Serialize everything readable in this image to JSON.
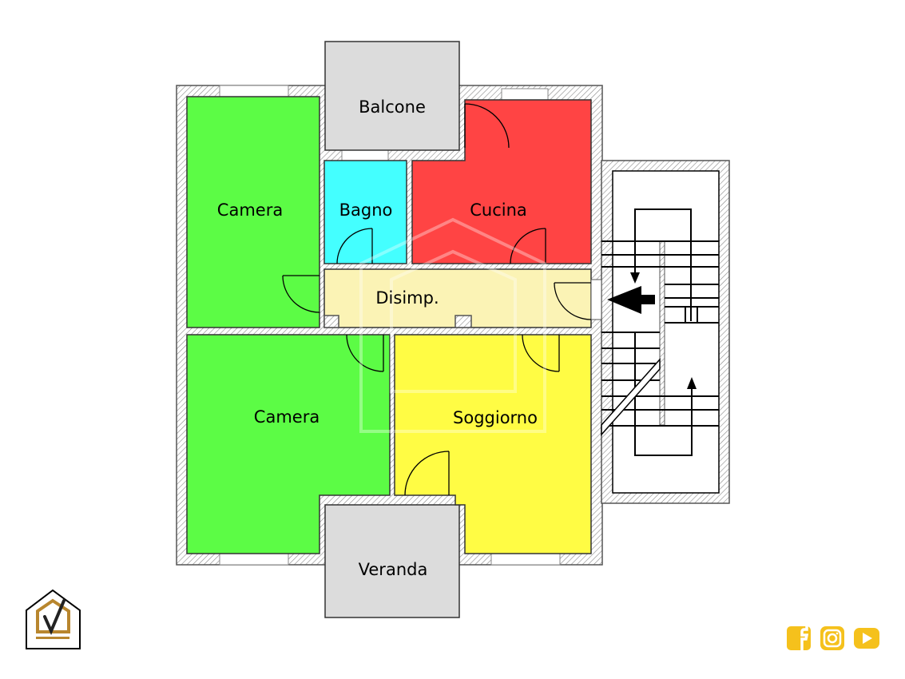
{
  "floorplan": {
    "rooms": {
      "balcone": "Balcone",
      "camera_top": "Camera",
      "bagno": "Bagno",
      "cucina": "Cucina",
      "disimp": "Disimp.",
      "camera_bottom": "Camera",
      "soggiorno": "Soggiorno",
      "veranda": "Veranda"
    },
    "colors": {
      "camera": "#5cfc45",
      "bagno": "#44ffff",
      "cucina": "#ff4444",
      "disimp": "#fbf3b5",
      "soggiorno": "#fffc44",
      "outdoor": "#dcdcdc",
      "brand_gold": "#b8862e",
      "social": "#f5c11c"
    }
  },
  "social": {
    "icons": [
      "facebook-icon",
      "instagram-icon",
      "youtube-icon"
    ]
  }
}
